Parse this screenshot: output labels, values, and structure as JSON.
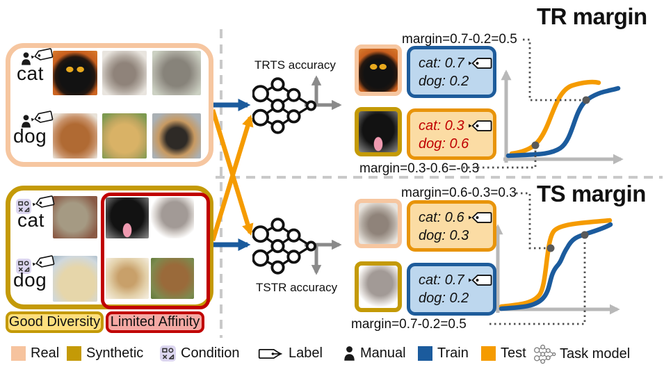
{
  "panels": {
    "real": {
      "rows": [
        {
          "label": "cat",
          "annotation": "manual-label",
          "photos": [
            "black-cat",
            "gray-kitten",
            "gray-tabby"
          ]
        },
        {
          "label": "dog",
          "annotation": "manual-label",
          "photos": [
            "brown-dog",
            "golden-retriever",
            "collie"
          ]
        }
      ]
    },
    "synthetic": {
      "rows": [
        {
          "label": "cat",
          "annotation": "condition-label",
          "photos": [
            "tabby-cat"
          ]
        },
        {
          "label": "dog",
          "annotation": "condition-label",
          "photos": [
            "labrador"
          ]
        }
      ],
      "limited_affinity_photos": [
        "black-dog",
        "mouse",
        "kitten-face",
        "squirrel"
      ],
      "badges": [
        {
          "label": "Good Diversity"
        },
        {
          "label": "Limited Affinity"
        }
      ]
    }
  },
  "models": {
    "top_label": "TRTS accuracy",
    "bottom_label": "TSTR accuracy"
  },
  "sections": {
    "tr": {
      "title": "TR margin",
      "margin_top": "margin=0.7-0.2=0.5",
      "margin_bottom": "margin=0.3-0.6=-0.3",
      "real_box": {
        "line1": "cat: 0.7",
        "line2": "dog: 0.2"
      },
      "synthetic_box": {
        "line1": "cat: 0.3",
        "line2": "dog: 0.6"
      }
    },
    "ts": {
      "title": "TS margin",
      "margin_top": "margin=0.6-0.3=0.3",
      "margin_bottom": "margin=0.7-0.2=0.5",
      "real_box": {
        "line1": "cat: 0.6",
        "line2": "dog: 0.3"
      },
      "synthetic_box": {
        "line1": "cat: 0.7",
        "line2": "dog: 0.2"
      }
    }
  },
  "legend": {
    "items": [
      {
        "label": "Real",
        "icon": "real-swatch",
        "color": "#f6c39e"
      },
      {
        "label": "Synthetic",
        "icon": "synthetic-swatch",
        "color": "#c49a06"
      },
      {
        "label": "Condition",
        "icon": "condition-icon"
      },
      {
        "label": "Label",
        "icon": "label-tag-icon"
      },
      {
        "label": "Manual",
        "icon": "person-icon"
      },
      {
        "label": "Train",
        "icon": "train-swatch",
        "color": "#1b5b9d"
      },
      {
        "label": "Test",
        "icon": "test-swatch",
        "color": "#f59b00"
      },
      {
        "label": "Task model",
        "icon": "task-model-icon"
      }
    ]
  },
  "colors": {
    "real": "#f6c6a0",
    "synthetic": "#c49a06",
    "train": "#1b5b9d",
    "test": "#f59b00",
    "limited_affinity": "#c00000",
    "blue_box_fill": "#bdd7ee",
    "orange_box_fill": "#fbdca4",
    "dashed_divider": "#c9c9c9",
    "dotted_connector": "#4f4f4f"
  },
  "chart_data": [
    {
      "type": "line",
      "title": "TR margin",
      "xlabel": "",
      "ylabel": "",
      "grid": false,
      "legend_position": "none",
      "series": [
        {
          "name": "Test (orange sigmoid, shifted left)",
          "color": "#f59b00",
          "x": [
            0.05,
            0.2,
            0.35,
            0.5,
            0.65,
            0.8
          ],
          "y": [
            0.04,
            0.12,
            0.45,
            0.78,
            0.84,
            0.85
          ]
        },
        {
          "name": "Train (blue sigmoid, shifted right)",
          "color": "#1b5b9d",
          "x": [
            0.05,
            0.2,
            0.35,
            0.5,
            0.65,
            0.8,
            0.95
          ],
          "y": [
            0.03,
            0.04,
            0.1,
            0.3,
            0.65,
            0.76,
            0.8
          ]
        }
      ],
      "marked_points": [
        {
          "series": "Test",
          "note": "dotted connector to margin=0.3-0.6=-0.3"
        },
        {
          "series": "Train",
          "note": "dotted connector to margin=0.7-0.2=0.5"
        }
      ]
    },
    {
      "type": "line",
      "title": "TS margin",
      "xlabel": "",
      "ylabel": "",
      "grid": false,
      "legend_position": "none",
      "series": [
        {
          "name": "Test (orange sigmoid)",
          "color": "#f59b00",
          "x": [
            0.05,
            0.25,
            0.4,
            0.5,
            0.65,
            0.85
          ],
          "y": [
            0.03,
            0.06,
            0.55,
            0.88,
            0.9,
            0.92
          ]
        },
        {
          "name": "Train (blue sigmoid, slight lag with wiggle)",
          "color": "#1b5b9d",
          "x": [
            0.05,
            0.25,
            0.42,
            0.55,
            0.7,
            0.85
          ],
          "y": [
            0.02,
            0.05,
            0.4,
            0.62,
            0.82,
            0.88
          ]
        }
      ],
      "marked_points": [
        {
          "series": "Test",
          "note": "dotted connector to margin=0.6-0.3=0.3"
        },
        {
          "series": "Train",
          "note": "dotted connector to margin=0.7-0.2=0.5"
        }
      ]
    }
  ]
}
